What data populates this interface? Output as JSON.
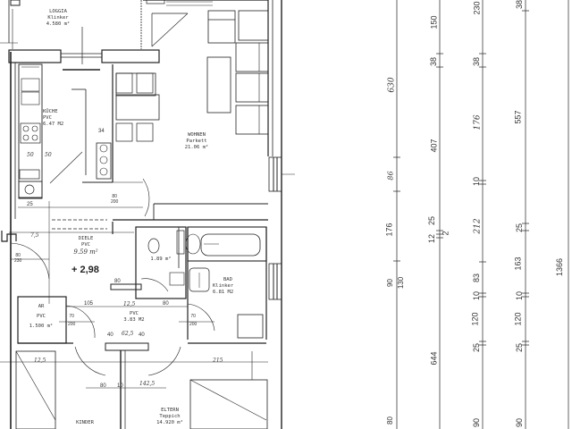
{
  "rooms": {
    "loggia": {
      "name": "LOGGIA",
      "floor": "Klinker",
      "area": "4.580 m²"
    },
    "kueche": {
      "name": "KÜCHE",
      "floor": "PVC",
      "area": "6.47 M2"
    },
    "wohnen": {
      "name": "WOHNEN",
      "floor": "Parkett",
      "area": "21.06 m²"
    },
    "diele": {
      "name": "DIELE",
      "floor": "PVC",
      "area": "9.59 m²"
    },
    "wc": {
      "area": "1.89 m²"
    },
    "bad": {
      "name": "BAD",
      "floor": "Klinker",
      "area": "6.81 M2"
    },
    "ar": {
      "name": "AR",
      "floor": "PVC",
      "area": "1.500 m²"
    },
    "flur": {
      "floor": "PVC",
      "area": "3.83 M2"
    },
    "kinder": {
      "name": "KINDER"
    },
    "eltern": {
      "name": "ELTERN",
      "floor": "Teppich",
      "area": "14.920 m²"
    }
  },
  "level": "+ 2,98",
  "plan_dims": {
    "d34": "34",
    "d50a": "50",
    "d50b": "50",
    "d80_200_kitchen": "80\n200",
    "d25": "25",
    "d80_230": "80\n230",
    "d105": "105",
    "d125": "12,5",
    "d80a": "80",
    "d80b": "80",
    "d70_200a": "70\n200",
    "d70_200b": "70\n200",
    "d40a": "40",
    "d40b": "40",
    "d625": "62,5",
    "d80c": "80",
    "d10": "10",
    "d1425": "142,5",
    "d125b": "12,5",
    "d215": "215",
    "d75": "7,5"
  },
  "right_dims": {
    "col1": [
      "630",
      "86",
      "176",
      "90",
      "130",
      "80"
    ],
    "col2": [
      "150",
      "38",
      "407",
      "12",
      "25",
      "2",
      "644"
    ],
    "col3": [
      "230",
      "38",
      "176",
      "10",
      "212",
      "83",
      "10",
      "120",
      "25",
      "90"
    ],
    "col4": [
      "38",
      "557",
      "25",
      "163",
      "10",
      "120",
      "25",
      "90"
    ],
    "col5": [
      "1366"
    ]
  }
}
